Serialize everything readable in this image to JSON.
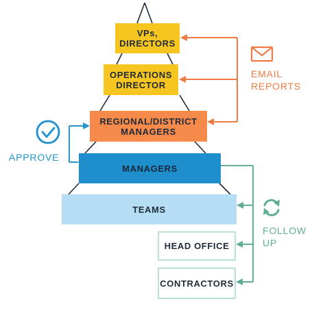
{
  "levels": {
    "vps": "VPs,\nDIRECTORS",
    "ops": "OPERATIONS\nDIRECTOR",
    "regional": "REGIONAL/DISTRICT\nMANAGERS",
    "managers": "MANAGERS",
    "teams": "TEAMS"
  },
  "external": {
    "head_office": "HEAD OFFICE",
    "contractors": "CONTRACTORS"
  },
  "labels": {
    "approve": "APPROVE",
    "email_reports": "EMAIL\nREPORTS",
    "follow_up": "FOLLOW\nUP"
  },
  "icons": {
    "approve": "check-circle-icon",
    "email": "envelope-icon",
    "follow_up": "refresh-arrows-icon"
  },
  "colors": {
    "yellow": "#f7c520",
    "orange": "#f58a4b",
    "blue": "#1f8ecc",
    "light_blue": "#b5def4",
    "approve": "#2594cf",
    "email": "#ef7a43",
    "follow_up": "#5fae93"
  }
}
